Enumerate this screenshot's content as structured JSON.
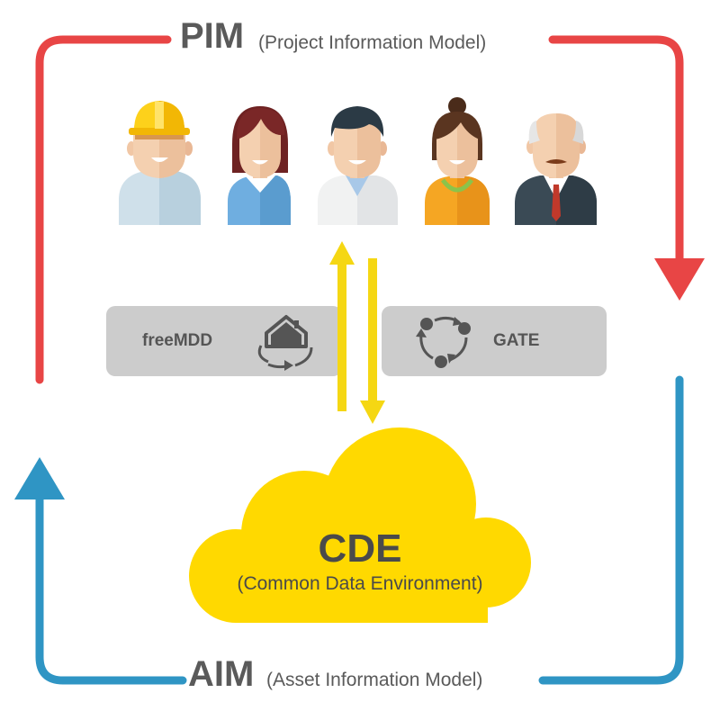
{
  "pim": {
    "title": "PIM",
    "subtitle": "(Project Information Model)"
  },
  "aim": {
    "title": "AIM",
    "subtitle": "(Asset Information Model)"
  },
  "tools": {
    "left": "freeMDD",
    "right": "GATE"
  },
  "cde": {
    "title": "CDE",
    "subtitle": "(Common Data Environment)"
  },
  "colors": {
    "pim_loop": "#e84545",
    "aim_loop": "#2f95c4",
    "cloud": "#ffd900",
    "exchange_arrows": "#f5d713",
    "tool_bar": "#cccccc",
    "icons": "#555555"
  },
  "people": [
    {
      "icon": "construction-worker-icon"
    },
    {
      "icon": "woman-office-worker-icon"
    },
    {
      "icon": "man-engineer-icon"
    },
    {
      "icon": "woman-casual-icon"
    },
    {
      "icon": "elderly-businessman-icon"
    }
  ]
}
